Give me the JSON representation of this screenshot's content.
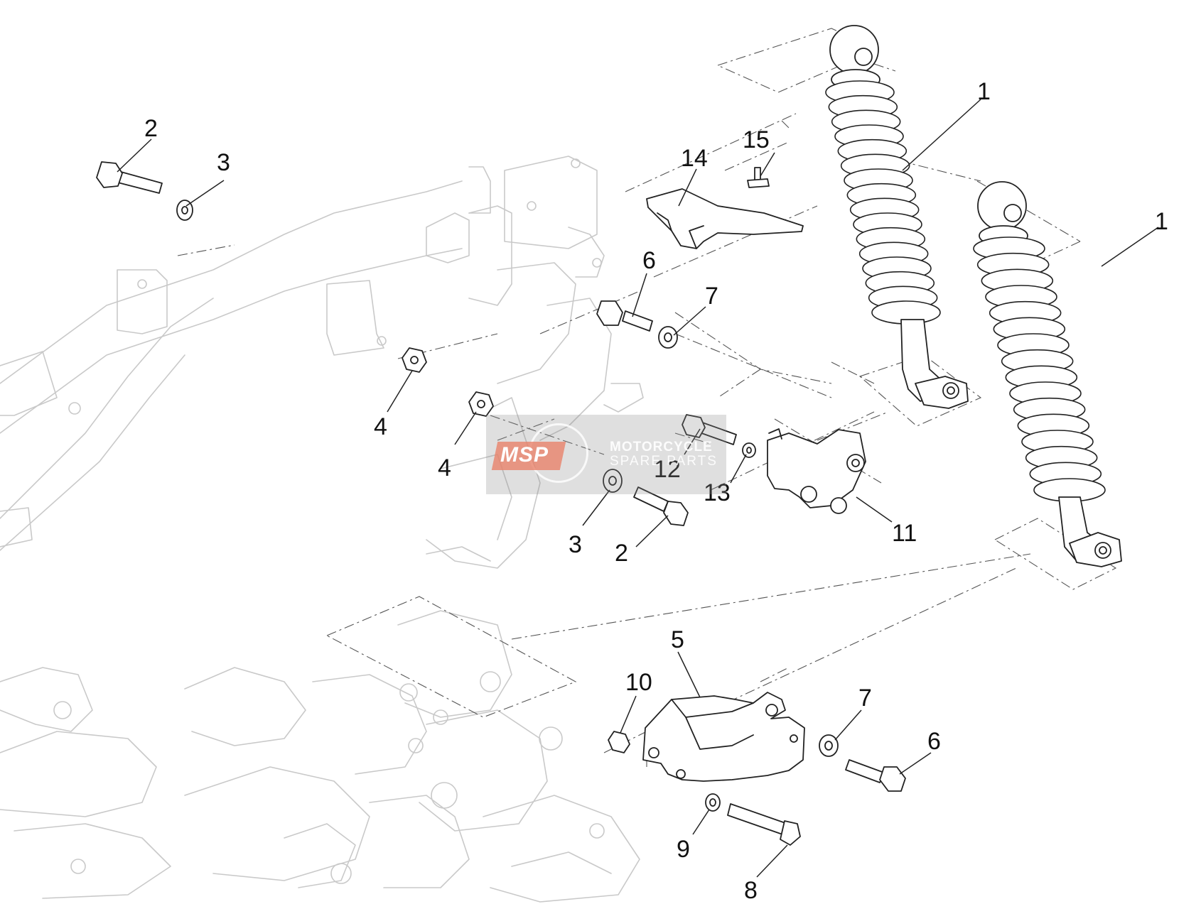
{
  "diagram": {
    "labels": [
      "1",
      "1",
      "2",
      "3",
      "2",
      "3",
      "4",
      "4",
      "5",
      "6",
      "7",
      "6",
      "7",
      "8",
      "9",
      "10",
      "11",
      "12",
      "13",
      "14",
      "15"
    ]
  },
  "watermark": {
    "logo_text": "MSP",
    "line1": "MOTORCYCLE",
    "line2": "SPARE PARTS"
  }
}
